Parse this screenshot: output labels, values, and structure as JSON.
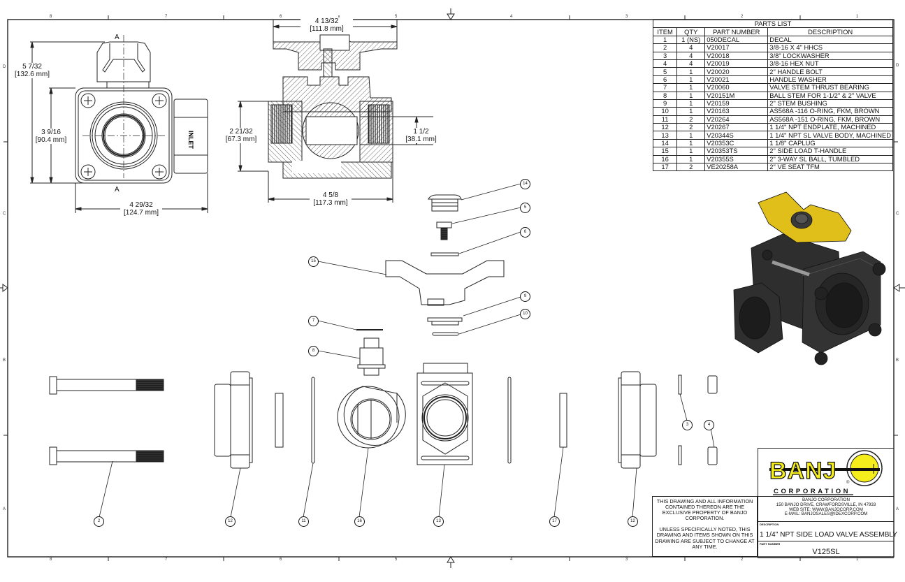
{
  "sheet": {
    "zone_columns": [
      "8",
      "7",
      "6",
      "5",
      "4",
      "3",
      "2",
      "1"
    ],
    "zone_rows": [
      "D",
      "C",
      "B",
      "A"
    ]
  },
  "views": {
    "front_view": {
      "section_label_top": "A",
      "section_label_bottom": "A",
      "inlet_label": "INLET",
      "dims": {
        "overall_height": {
          "in": "5 7/32",
          "mm": "[132.6 mm]"
        },
        "body_height": {
          "in": "3 9/16",
          "mm": "[90.4 mm]"
        },
        "width": {
          "in": "4 29/32",
          "mm": "[124.7 mm]"
        }
      }
    },
    "section_view": {
      "dims": {
        "handle_width": {
          "in": "4 13/32",
          "mm": "[111.8 mm]"
        },
        "end_height": {
          "in": "2 21/32",
          "mm": "[67.3 mm]"
        },
        "bore": {
          "in": "1 1/2",
          "mm": "[38.1 mm]"
        },
        "overall_length": {
          "in": "4 5/8",
          "mm": "[117.3 mm]"
        }
      }
    },
    "exploded_view": {
      "balloons": [
        "14",
        "5",
        "6",
        "15",
        "9",
        "10",
        "7",
        "8",
        "2",
        "12",
        "11",
        "16",
        "13",
        "17",
        "12",
        "3",
        "4"
      ]
    }
  },
  "parts_list": {
    "title": "PARTS LIST",
    "columns": [
      "ITEM",
      "QTY",
      "PART NUMBER",
      "DESCRIPTION"
    ],
    "rows": [
      {
        "item": "1",
        "qty": "1 (NS)",
        "part": "050DECAL",
        "desc": "DECAL"
      },
      {
        "item": "2",
        "qty": "4",
        "part": "V20017",
        "desc": "3/8-16 X 4\" HHCS"
      },
      {
        "item": "3",
        "qty": "4",
        "part": "V20018",
        "desc": "3/8\" LOCKWASHER"
      },
      {
        "item": "4",
        "qty": "4",
        "part": "V20019",
        "desc": "3/8-16 HEX NUT"
      },
      {
        "item": "5",
        "qty": "1",
        "part": "V20020",
        "desc": "2\" HANDLE BOLT"
      },
      {
        "item": "6",
        "qty": "1",
        "part": "V20021",
        "desc": "HANDLE WASHER"
      },
      {
        "item": "7",
        "qty": "1",
        "part": "V20060",
        "desc": "VALVE STEM THRUST BEARING"
      },
      {
        "item": "8",
        "qty": "1",
        "part": "V20151M",
        "desc": "BALL STEM FOR 1-1/2\" & 2\" VALVE"
      },
      {
        "item": "9",
        "qty": "1",
        "part": "V20159",
        "desc": "2\" STEM BUSHING"
      },
      {
        "item": "10",
        "qty": "1",
        "part": "V20163",
        "desc": "AS568A -116 O-RING, FKM, BROWN"
      },
      {
        "item": "11",
        "qty": "2",
        "part": "V20264",
        "desc": "AS568A -151 O-RING, FKM, BROWN"
      },
      {
        "item": "12",
        "qty": "2",
        "part": "V20267",
        "desc": "1 1/4\" NPT ENDPLATE, MACHINED"
      },
      {
        "item": "13",
        "qty": "1",
        "part": "V20344S",
        "desc": "1 1/4\" NPT SL VALVE BODY, MACHINED"
      },
      {
        "item": "14",
        "qty": "1",
        "part": "V20353C",
        "desc": "1 1/8\" CAPLUG"
      },
      {
        "item": "15",
        "qty": "1",
        "part": "V20353TS",
        "desc": "2\" SIDE LOAD T-HANDLE"
      },
      {
        "item": "16",
        "qty": "1",
        "part": "V20355S",
        "desc": "2\" 3-WAY SL BALL, TUMBLED"
      },
      {
        "item": "17",
        "qty": "2",
        "part": "VE20258A",
        "desc": "2\" VE SEAT TFM"
      }
    ]
  },
  "notice": {
    "para1": "THIS DRAWING AND ALL INFORMATION CONTAINED THEREON ARE THE EXCLUSIVE PROPERTY OF BANJO CORPORATION.",
    "para2": "UNLESS SPECIFICALLY NOTED, THIS DRAWING AND ITEMS SHOWN ON THIS DRAWING ARE SUBJECT TO CHANGE AT ANY TIME."
  },
  "title_block": {
    "logo_text": "BANJ",
    "logo_sub": "CORPORATION",
    "logo_registered": "®",
    "address_lines": [
      "BANJO CORPORATION",
      "150 BANJO DRIVE, CRAWFORDSVILLE, IN 47933",
      "WEB SITE: WWW.BANJOCORP.COM",
      "E-MAIL: BANJOSALES@IDEXCORP.COM"
    ],
    "description_label": "DESCRIPTION",
    "description": "1 1/4\" NPT SIDE LOAD VALVE ASSEMBLY",
    "part_number_label": "PART NUMBER",
    "part_number": "V125SL"
  },
  "colors": {
    "line": "#111111",
    "handle_yellow": "#e3c21a",
    "body_black": "#2b2b2b",
    "logo_yellow": "#f5ee1c"
  }
}
